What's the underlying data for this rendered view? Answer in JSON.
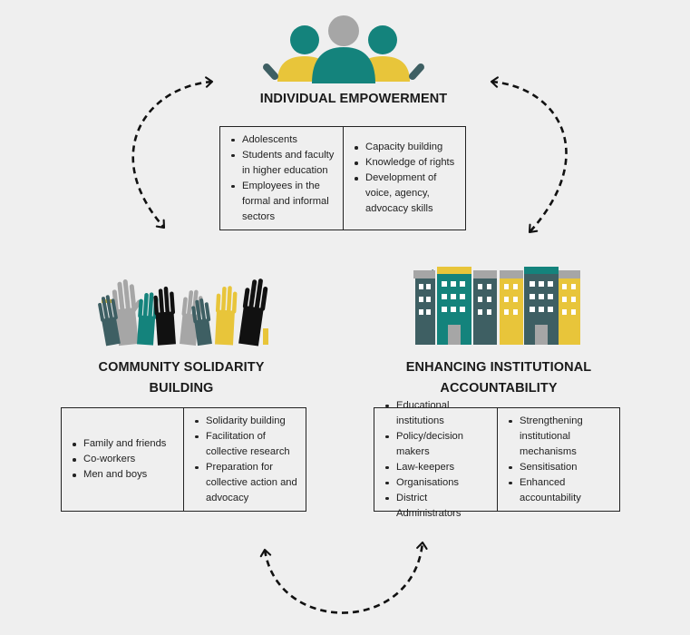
{
  "colors": {
    "teal": "#14837c",
    "grey": "#a6a6a6",
    "yellow": "#e8c53a",
    "dark_slate": "#3e5f63",
    "black": "#111111",
    "background": "#efefef"
  },
  "individual": {
    "title": "INDIVIDUAL EMPOWERMENT",
    "icon": "people-group-icon",
    "left_items": [
      "Adolescents",
      "Students and faculty in higher education",
      "Employees in the formal and informal sectors"
    ],
    "right_items": [
      "Capacity building",
      "Knowledge of rights",
      "Development of voice, agency, advocacy skills"
    ]
  },
  "community": {
    "title_line1": "COMMUNITY SOLIDARITY",
    "title_line2": "BUILDING",
    "icon": "raised-hands-icon",
    "left_items": [
      "Family and friends",
      "Co-workers",
      "Men and boys"
    ],
    "right_items": [
      "Solidarity building",
      "Facilitation of collective research",
      "Preparation for collective action and advocacy"
    ]
  },
  "institutional": {
    "title_line1": "ENHANCING INSTITUTIONAL",
    "title_line2": "ACCOUNTABILITY",
    "icon": "buildings-icon",
    "left_items": [
      "Educational institutions",
      "Policy/decision makers",
      "Law-keepers",
      "Organisations",
      "District Administrators"
    ],
    "right_items": [
      "Strengthening institutional mechanisms",
      "Sensitisation",
      "Enhanced accountability"
    ]
  },
  "arrows": [
    "two-way-arrow-icon",
    "two-way-arrow-icon",
    "two-way-arrow-icon"
  ]
}
